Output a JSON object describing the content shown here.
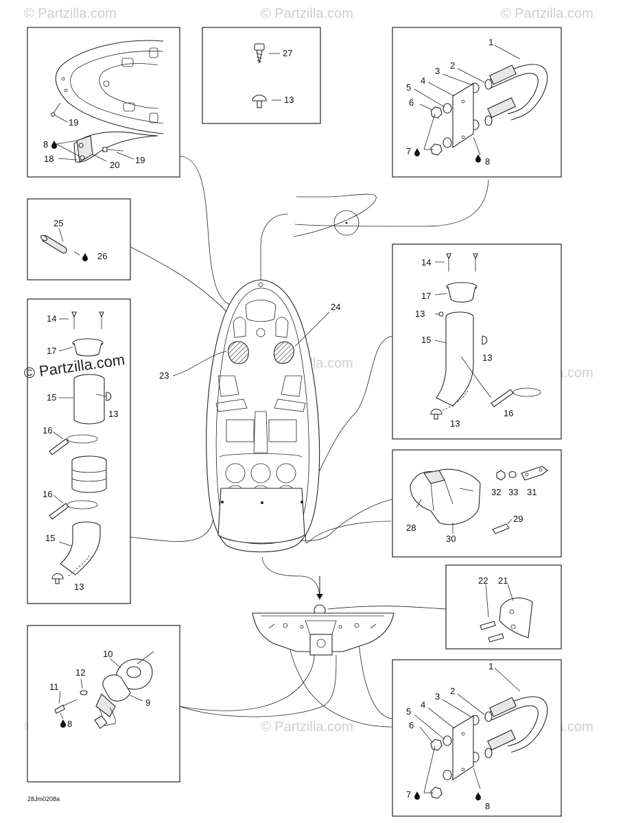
{
  "watermark": {
    "text": "© Partzilla.com"
  },
  "diagram_code": "28Jm0208a",
  "callouts": {
    "n1": "1",
    "n2": "2",
    "n3": "3",
    "n4": "4",
    "n5": "5",
    "n6": "6",
    "n7": "7",
    "n8": "8",
    "n9": "9",
    "n10": "10",
    "n11": "11",
    "n12": "12",
    "n13": "13",
    "n14": "14",
    "n15": "15",
    "n16": "16",
    "n17": "17",
    "n18": "18",
    "n19": "19",
    "n20": "20",
    "n21": "21",
    "n22": "22",
    "n23": "23",
    "n24": "24",
    "n25": "25",
    "n26": "26",
    "n27": "27",
    "n28": "28",
    "n29": "29",
    "n30": "30",
    "n31": "31",
    "n32": "32",
    "n33": "33"
  },
  "icons": {
    "sealant": "drop-icon"
  }
}
